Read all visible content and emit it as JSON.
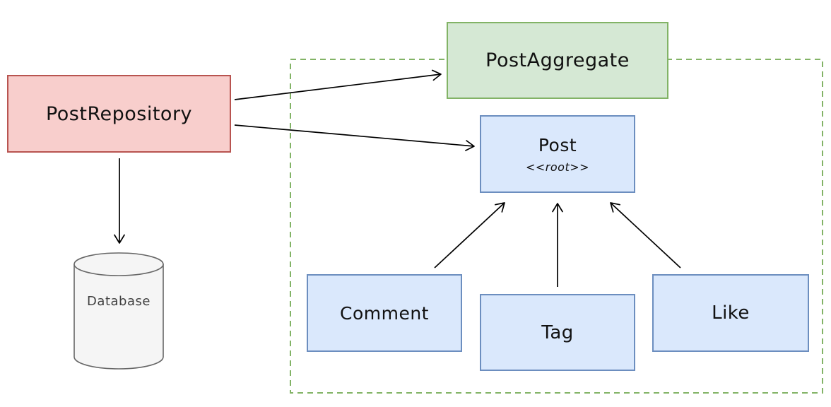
{
  "diagram": {
    "nodes": {
      "post_repository": {
        "label": "PostRepository"
      },
      "post_aggregate": {
        "label": "PostAggregate"
      },
      "post": {
        "label": "Post",
        "stereotype": "<<root>>"
      },
      "comment": {
        "label": "Comment"
      },
      "tag": {
        "label": "Tag"
      },
      "like": {
        "label": "Like"
      },
      "database": {
        "label": "Database"
      }
    },
    "edges": [
      {
        "from": "post_repository",
        "to": "post_aggregate"
      },
      {
        "from": "post_repository",
        "to": "post"
      },
      {
        "from": "post_repository",
        "to": "database"
      },
      {
        "from": "comment",
        "to": "post"
      },
      {
        "from": "tag",
        "to": "post"
      },
      {
        "from": "like",
        "to": "post"
      }
    ],
    "colors": {
      "repository_fill": "#f8cecc",
      "repository_stroke": "#b85450",
      "aggregate_fill": "#d5e8d4",
      "aggregate_stroke": "#82b366",
      "entity_fill": "#dae8fc",
      "entity_stroke": "#6c8ebf",
      "database_fill": "#f5f5f5",
      "database_stroke": "#666666",
      "boundary_stroke": "#82b366",
      "arrow_stroke": "#000000"
    }
  }
}
